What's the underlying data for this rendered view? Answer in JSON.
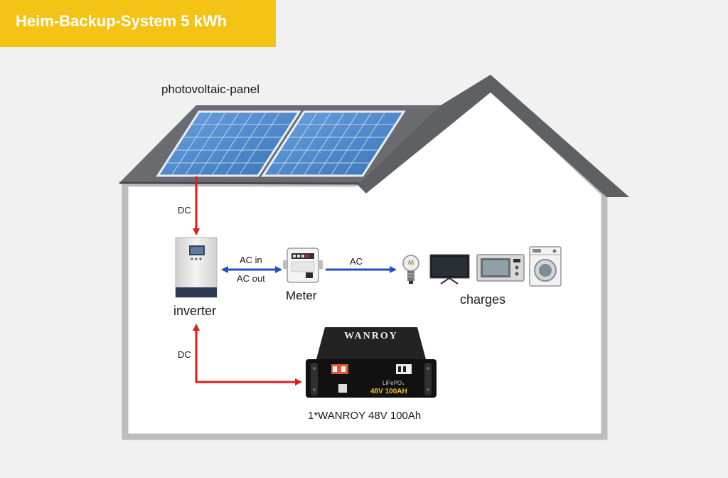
{
  "title": "Heim-Backup-System 5 kWh",
  "labels": {
    "panel": "photovoltaic-panel",
    "dc_top": "DC",
    "ac_in": "AC in",
    "ac_out": "AC out",
    "ac": "AC",
    "meter": "Meter",
    "inverter": "inverter",
    "charges": "charges",
    "dc_bottom": "DC",
    "battery_caption": "1*WANROY 48V 100Ah"
  },
  "battery": {
    "brand": "WANROY",
    "chemistry": "LiFePO₄",
    "rating": "48V 100AH"
  },
  "colors": {
    "banner": "#f3c316",
    "roof": "#5f6063",
    "dc_arrow": "#e31b1b",
    "ac_arrow": "#1f4fc4",
    "house_wall": "#bdbdbd",
    "panel": "#4a86c9"
  },
  "icons": [
    "light-bulb-icon",
    "tv-icon",
    "microwave-icon",
    "washing-machine-icon"
  ]
}
